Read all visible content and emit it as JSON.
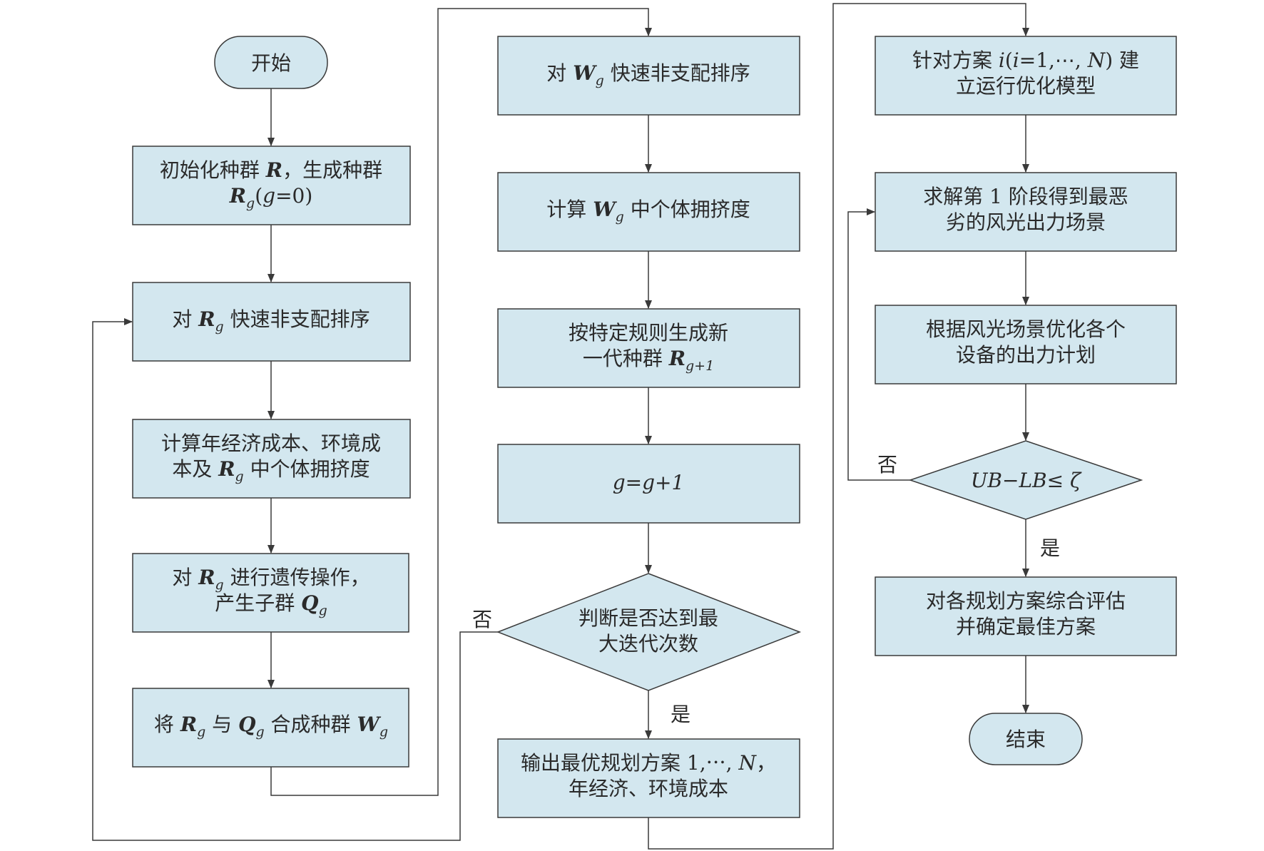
{
  "nodes": {
    "start": "开始",
    "end": "结束",
    "init": {
      "a": "初始化种群 ",
      "R": "R",
      "b": "，生成种群",
      "R2": "R",
      "g": "g",
      "c": "(",
      "gvar": "g",
      "d": "=0)"
    },
    "sort_r": {
      "a": "对 ",
      "R": "R",
      "g": "g",
      "b": " 快速非支配排序"
    },
    "calc_cost": {
      "l1": "计算年经济成本、环境成",
      "a": "本及 ",
      "R": "R",
      "g": "g",
      "b": " 中个体拥挤度"
    },
    "genetic": {
      "a": "对 ",
      "R": "R",
      "g": "g",
      "b": " 进行遗传操作，",
      "c": "产生子群 ",
      "Q": "Q",
      "g2": "g"
    },
    "merge": {
      "a": "将 ",
      "R": "R",
      "g": "g",
      "b": " 与 ",
      "Q": "Q",
      "g2": "g",
      "c": " 合成种群 ",
      "W": "W",
      "g3": "g"
    },
    "sort_w": {
      "a": "对 ",
      "W": "W",
      "g": "g",
      "b": " 快速非支配排序"
    },
    "calc_w": {
      "a": "计算 ",
      "W": "W",
      "g": "g",
      "b": " 中个体拥挤度"
    },
    "new_gen": {
      "l1": "按特定规则生成新",
      "a": "一代种群 ",
      "R": "R",
      "sub": "g+1"
    },
    "increment": "g=g+1",
    "judge": {
      "l1": "判断是否达到最",
      "l2": "大迭代次数"
    },
    "output": {
      "a": "输出最优规划方案 1,⋯, ",
      "N": "N",
      "b": "，",
      "l2": "年经济、环境成本"
    },
    "model": {
      "a": "针对方案 ",
      "i": "i",
      "b": "(",
      "i2": "i",
      "c": "=1,⋯, ",
      "N": "N",
      "d": ") 建",
      "l2": "立运行优化模型"
    },
    "stage1": {
      "l1": "求解第 1 阶段得到最恶",
      "l2": "劣的风光出力场景"
    },
    "optimize": {
      "l1": "根据风光场景优化各个",
      "l2": "设备的出力计划"
    },
    "check": {
      "a": "UB−LB",
      "b": "≤ ",
      "c": "ζ"
    },
    "evaluate": {
      "l1": "对各规划方案综合评估",
      "l2": "并确定最佳方案"
    }
  },
  "edge_labels": {
    "judge_no": "否",
    "judge_yes": "是",
    "check_no": "否",
    "check_yes": "是"
  },
  "colors": {
    "box_fill": "#d3e7ef",
    "stroke": "#3a3a3a"
  }
}
